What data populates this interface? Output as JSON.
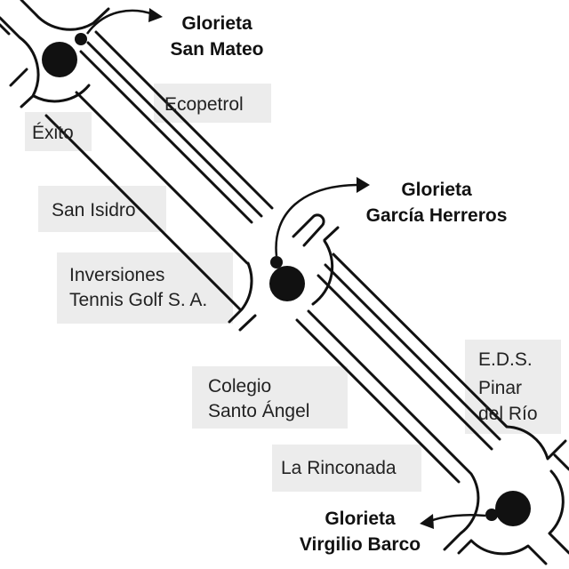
{
  "colors": {
    "road": "#111111",
    "label_box": "#ececec",
    "background": "#ffffff"
  },
  "roundabouts": {
    "san_mateo": {
      "name_line1": "Glorieta",
      "name_line2": "San Mateo"
    },
    "garcia_herreros": {
      "name_line1": "Glorieta",
      "name_line2": "García Herreros"
    },
    "virgilio_barco": {
      "name_line1": "Glorieta",
      "name_line2": "Virgilio Barco"
    }
  },
  "places": {
    "ecopetrol": "Ecopetrol",
    "exito": "Éxito",
    "san_isidro": "San Isidro",
    "inversiones": {
      "line1": "Inversiones",
      "line2": "Tennis Golf S. A."
    },
    "colegio": {
      "line1": "Colegio",
      "line2": "Santo Ángel"
    },
    "eds": {
      "line1": "E.D.S.",
      "line2": "Pinar",
      "line3": "del Río"
    },
    "la_rinconada": "La Rinconada"
  }
}
